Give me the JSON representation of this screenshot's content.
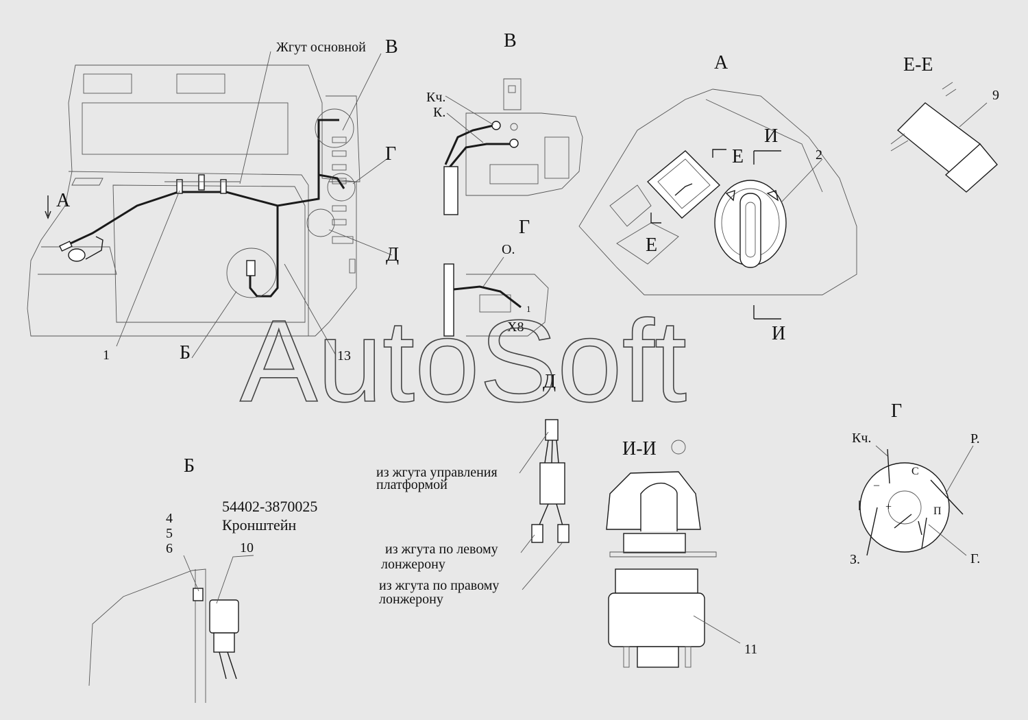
{
  "watermark": "AutoSoft",
  "colors": {
    "background": "#e8e8e8",
    "ink": "#1a1a1a"
  },
  "main_view": {
    "labels": {
      "harness": "Жгут основной",
      "view_b_ref": "В",
      "view_a_ref": "А",
      "view_g_ref": "Г",
      "view_d_ref": "Д",
      "view_bb_ref": "Б",
      "pos_1": "1",
      "pos_13": "13"
    }
  },
  "view_v": {
    "title": "В",
    "labels": {
      "kch": "Кч.",
      "k": "К."
    }
  },
  "view_g_small": {
    "title": "Г",
    "labels": {
      "o": "О.",
      "pin": "1",
      "connector": "X8"
    }
  },
  "view_a": {
    "title": "А",
    "labels": {
      "section_i_top": "И",
      "section_e_top": "Е",
      "section_e_bottom": "Е",
      "section_i_bottom": "И",
      "pos_2": "2"
    }
  },
  "view_ee": {
    "title": "Е-Е",
    "labels": {
      "pos_9": "9"
    }
  },
  "view_d": {
    "title": "Д",
    "labels": {
      "from_platform_1": "из жгута управления",
      "from_platform_2": "платформой",
      "from_left_1": "из жгута по левому",
      "from_left_2": "лонжерону",
      "from_right_1": "из жгута по правому",
      "from_right_2": "лонжерону"
    }
  },
  "view_b": {
    "title": "Б",
    "labels": {
      "part_number": "54402-3870025",
      "part_name": "Кронштейн",
      "pos_4": "4",
      "pos_5": "5",
      "pos_6": "6",
      "pos_10": "10"
    }
  },
  "view_ii": {
    "title": "И-И",
    "labels": {
      "pos_11": "11"
    }
  },
  "view_g_big": {
    "title": "Г",
    "labels": {
      "kch": "Кч.",
      "r": "Р.",
      "z": "З.",
      "g": "Г.",
      "c": "С",
      "p": "П",
      "minus": "–",
      "plus": "+"
    }
  }
}
